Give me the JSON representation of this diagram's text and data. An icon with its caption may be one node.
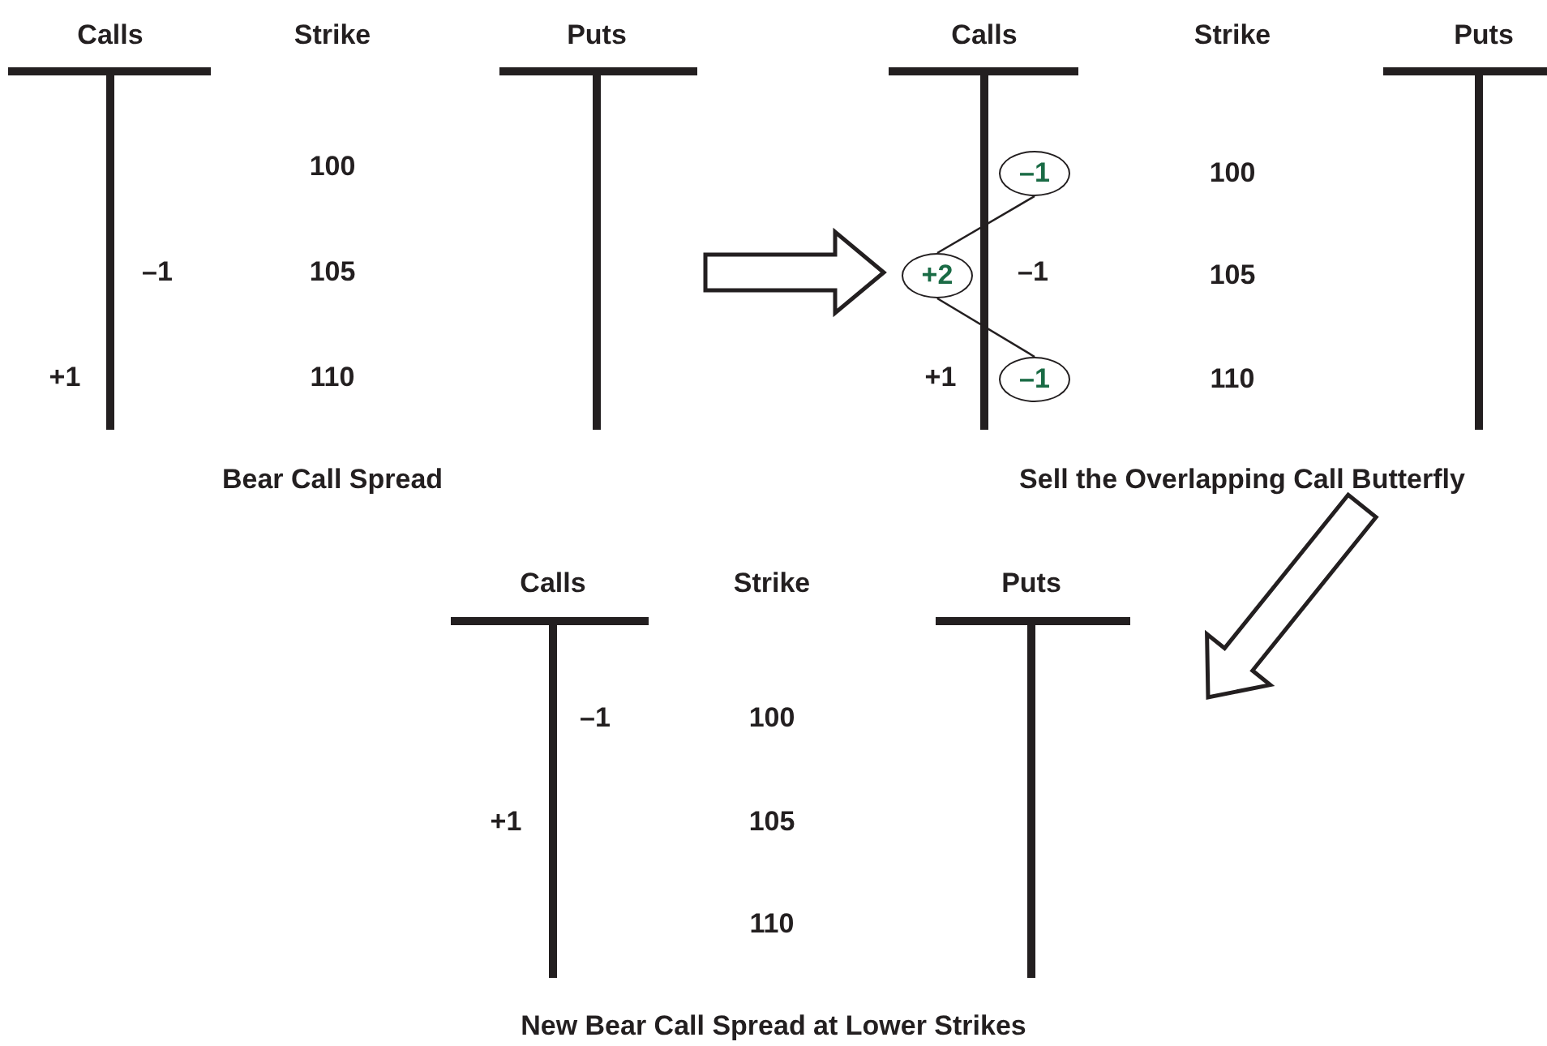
{
  "diagram": {
    "nodes": [
      {
        "text": [
          "Calls",
          "Strike",
          "Puts",
          "100",
          "–1",
          "105",
          "+1",
          "110",
          "Bear Call Spread"
        ]
      },
      {
        "text": [
          "Calls",
          "Strike",
          "Puts",
          "100",
          "–1",
          "105",
          "+1",
          "110",
          "Sell the Overlapping Call Butterfly"
        ]
      },
      {
        "text": [
          "–1"
        ],
        "in": 1
      },
      {
        "text": [
          "+2"
        ],
        "in": 1
      },
      {
        "text": [
          "–1"
        ],
        "in": 1
      },
      {
        "text": [
          "Calls",
          "Strike",
          "Puts",
          "–1",
          "100",
          "+1",
          "105",
          "110",
          "New Bear Call Spread at Lower Strikes"
        ]
      }
    ],
    "edges": [
      {
        "from": 3,
        "to": 2,
        "arrow": "none"
      },
      {
        "from": 3,
        "to": 4,
        "arrow": "none"
      },
      {
        "from": 0,
        "to": 1,
        "arrow": "to",
        "style": "thick"
      },
      {
        "from": 1,
        "to": 5,
        "arrow": "to",
        "style": "thick"
      }
    ]
  }
}
